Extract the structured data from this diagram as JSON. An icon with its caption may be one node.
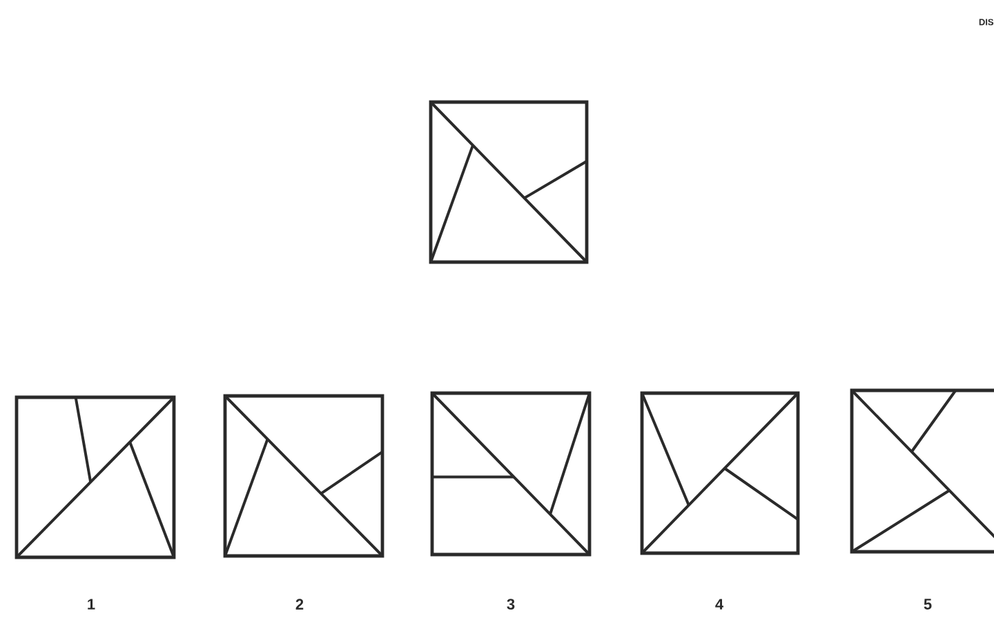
{
  "diagram": {
    "labels": [
      "DIS",
      "1",
      "2",
      "3",
      "4",
      "5"
    ]
  }
}
